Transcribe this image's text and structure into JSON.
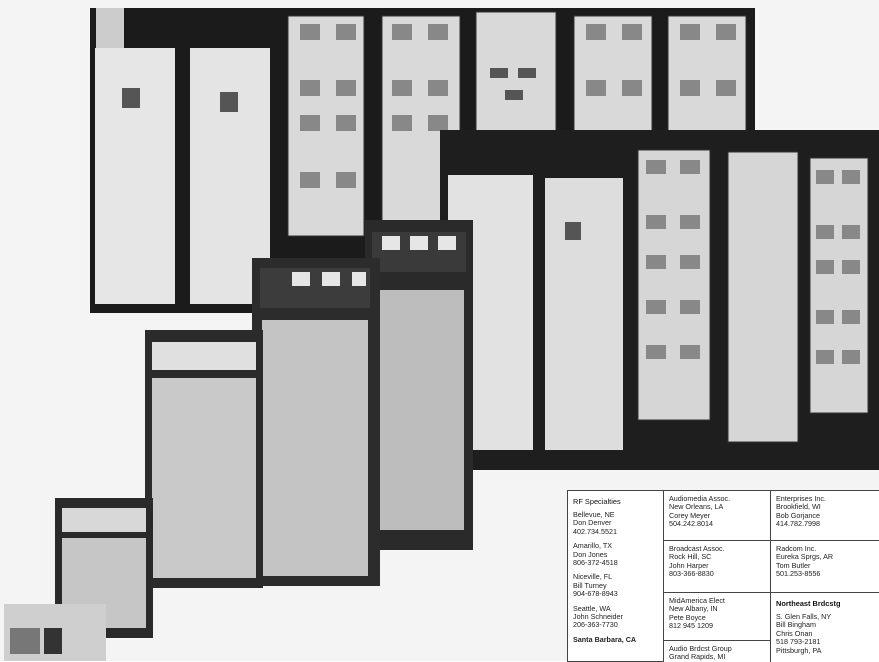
{
  "photo": {
    "description_icon": "transmitter-racks-photo"
  },
  "dealers": {
    "column1": {
      "heading": "RF Specialties",
      "entries": [
        {
          "lines": [
            "Bellevue, NE",
            "Don Denver",
            "402.734.5521"
          ]
        },
        {
          "lines": [
            "Amarillo, TX",
            "Don Jones",
            "806-372-4518"
          ]
        },
        {
          "lines": [
            "Niceville, FL",
            "Bill Turney",
            "904-678-8943"
          ]
        },
        {
          "lines": [
            "Seattle, WA",
            "John Schneider",
            "206-363-7730"
          ]
        },
        {
          "lines": [
            "Santa Barbara, CA"
          ]
        }
      ]
    },
    "column2": [
      {
        "lines": [
          "Audiomedia Assoc.",
          "New Orleans, LA",
          "Corey Meyer",
          "504.242.8014"
        ]
      },
      {
        "lines": [
          "Broadcast Assoc.",
          "Rock Hill, SC",
          "John Harper",
          "803-366-8830"
        ]
      },
      {
        "lines": [
          "MidAmerica Elect",
          "New Albany, IN",
          "Pete Boyce",
          "812 945 1209"
        ]
      },
      {
        "lines": [
          "Audio Brdcst Group",
          "Grand Rapids, MI"
        ]
      }
    ],
    "column3": [
      {
        "lines": [
          "Enterprises Inc.",
          "Brookfield, WI",
          "Bob Gorjance",
          "414.782.7998"
        ]
      },
      {
        "lines": [
          "Radcom Inc.",
          "Eureka Sprgs, AR",
          "Tom Butler",
          "501.253-8556"
        ]
      },
      {
        "heading": "Northeast Brdcstg",
        "lines": [
          "S. Glen Falls, NY",
          "Bill Bingham",
          "Chris Onan",
          "518 793-2181",
          "Pittsburgh, PA"
        ]
      }
    ]
  }
}
